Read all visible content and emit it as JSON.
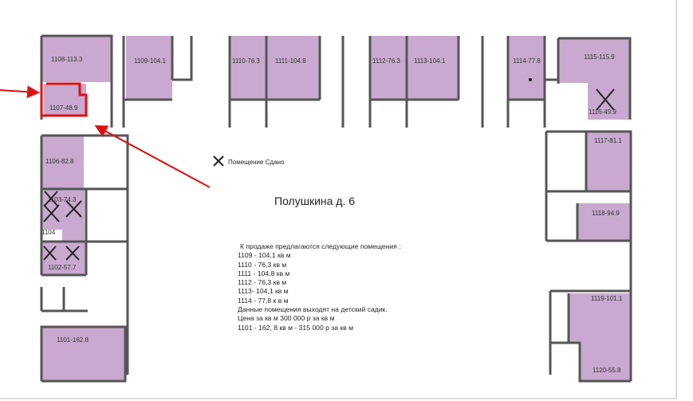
{
  "title": "Полушкина д. 6",
  "legend": {
    "icon": "cross-icon",
    "label": "Помещение Сдано"
  },
  "rooms": {
    "r1108": "1108-113.3",
    "r1107": "1107-48.9",
    "r1109": "1109-104.1",
    "r1110": "1110-76.3",
    "r1111": "1111-104.8",
    "r1112": "1112-76.3",
    "r1113": "1113-104.1",
    "r1114": "1114-77.8",
    "r1115": "1115-115.9",
    "r1116": "1116-49.9",
    "r1106": "1106-82.8",
    "r1103": "1103-74.3",
    "r1104": "1104",
    "r1102": "1102-57.7",
    "r1101": "1101-162.8",
    "r1117": "1117-81.1",
    "r1118": "1118-94.9",
    "r1119": "1119-101.1",
    "r1120": "1120-55.8"
  },
  "info": {
    "heading": "К продаже предлагаются следующие помещения :",
    "lines": [
      "1109 - 104,1 кв  м",
      "1110 - 76,3 кв м",
      "1111 - 104,8 кв м",
      "1112 - 76,3 кв м",
      "1113- 104,1 кв м",
      "1114 - 77,8 к в м"
    ],
    "note": "Данные помещения выходят на детский садик.",
    "price": "Цена за кв м 300 000 р за кв м",
    "special": "1101 - 162, 8 кв м  - 315 000 р за кв м"
  },
  "colors": {
    "room": "#c9a9cf",
    "wall": "#555555",
    "highlight": "#e01010"
  }
}
